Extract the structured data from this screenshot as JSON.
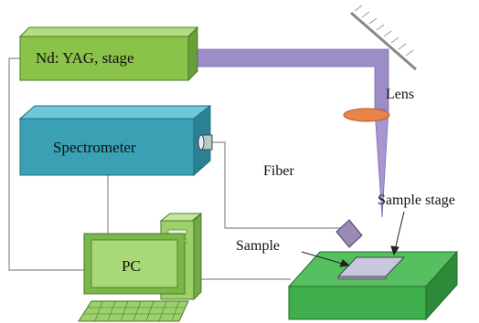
{
  "labels": {
    "laser": "Nd: YAG, stage",
    "spectrometer": "Spectrometer",
    "lens": "Lens",
    "fiber": "Fiber",
    "sample_stage": "Sample stage",
    "sample": "Sample",
    "pc": "PC"
  },
  "colors": {
    "laser_box": "#8bc34a",
    "spectrometer_box": "#3aa0b4",
    "beam": "#9c8cc8",
    "lens": "#e8834a",
    "pc": "#9bd06a",
    "stage": "#3fae4c",
    "wires": "#7a7a7a"
  }
}
